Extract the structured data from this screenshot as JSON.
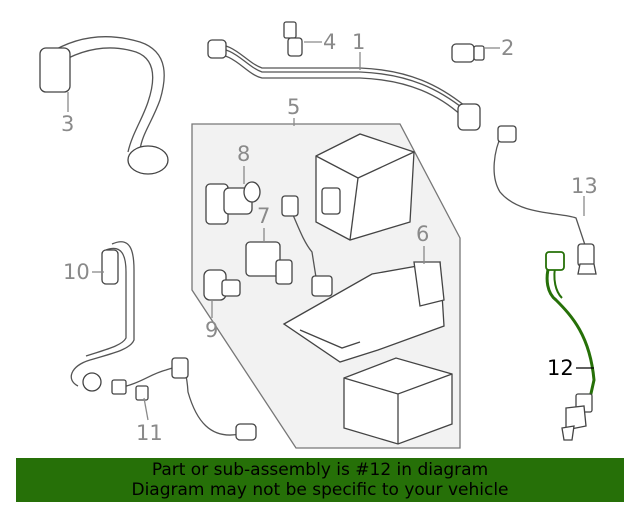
{
  "callouts": [
    {
      "id": "1",
      "label": "1"
    },
    {
      "id": "2",
      "label": "2"
    },
    {
      "id": "3",
      "label": "3"
    },
    {
      "id": "4",
      "label": "4"
    },
    {
      "id": "5",
      "label": "5"
    },
    {
      "id": "6",
      "label": "6"
    },
    {
      "id": "7",
      "label": "7"
    },
    {
      "id": "8",
      "label": "8"
    },
    {
      "id": "9",
      "label": "9"
    },
    {
      "id": "10",
      "label": "10"
    },
    {
      "id": "11",
      "label": "11"
    },
    {
      "id": "12",
      "label": "12"
    },
    {
      "id": "13",
      "label": "13"
    }
  ],
  "highlight_part": "12",
  "colors": {
    "highlight": "#267008",
    "banner_bg": "#267008",
    "callout_text": "#8a8a8a",
    "part_outline": "#444444",
    "group_fill": "#f2f2f2"
  },
  "banner": {
    "line1": "Part or sub-assembly is #12 in diagram",
    "line2": "Diagram may not be specific to your vehicle"
  }
}
